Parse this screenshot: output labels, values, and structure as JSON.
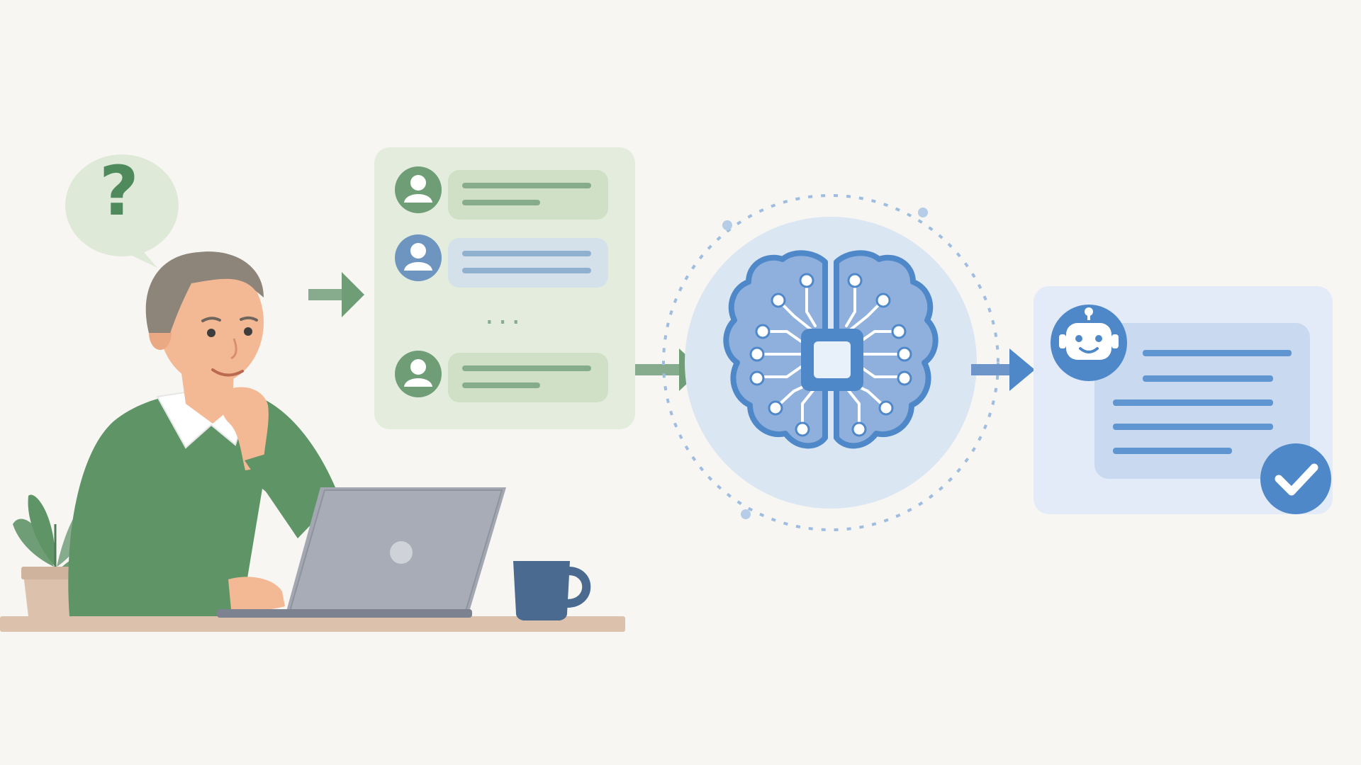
{
  "diagram": {
    "question_mark": "?",
    "more_messages_indicator": "...",
    "colors": {
      "background": "#f7f6f3",
      "green_accent": "#6f9e76",
      "green_light": "#dfe9d8",
      "blue_accent": "#4f88c9",
      "blue_light": "#dbe6f3",
      "sweater": "#5f9467",
      "laptop": "#a3a7b1",
      "mug": "#4a6a90",
      "desk": "#dcc2ad"
    },
    "stages": [
      {
        "name": "person",
        "icon": "thinking-person-icon"
      },
      {
        "name": "conversation",
        "icon": "chat-messages-icon"
      },
      {
        "name": "ai",
        "icon": "brain-chip-icon"
      },
      {
        "name": "response",
        "icon": "robot-icon"
      }
    ],
    "conversation": {
      "messages": [
        {
          "role": "user",
          "color": "green"
        },
        {
          "role": "user",
          "color": "blue"
        },
        {
          "role": "user",
          "color": "green"
        }
      ]
    },
    "response": {
      "status_icon": "checkmark-icon"
    }
  }
}
